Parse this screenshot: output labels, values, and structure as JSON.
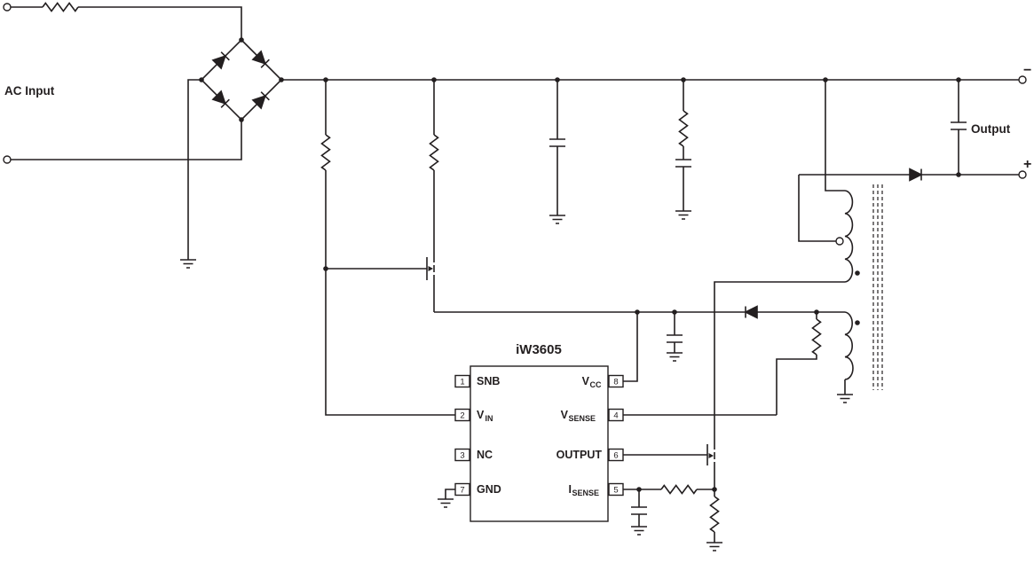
{
  "labels": {
    "ac_input": "AC Input",
    "output": "Output",
    "output_neg": "−",
    "output_pos": "+"
  },
  "ic": {
    "title": "iW3605",
    "pins_left": [
      {
        "num": "1",
        "base": "SNB",
        "sub": ""
      },
      {
        "num": "2",
        "base": "V",
        "sub": "IN"
      },
      {
        "num": "3",
        "base": "NC",
        "sub": ""
      },
      {
        "num": "7",
        "base": "GND",
        "sub": ""
      }
    ],
    "pins_right": [
      {
        "num": "8",
        "base": "V",
        "sub": "CC"
      },
      {
        "num": "4",
        "base": "V",
        "sub": "SENSE"
      },
      {
        "num": "6",
        "base": "OUTPUT",
        "sub": ""
      },
      {
        "num": "5",
        "base": "I",
        "sub": "SENSE"
      }
    ]
  },
  "colors": {
    "ink": "#231f20",
    "background": "#ffffff"
  }
}
